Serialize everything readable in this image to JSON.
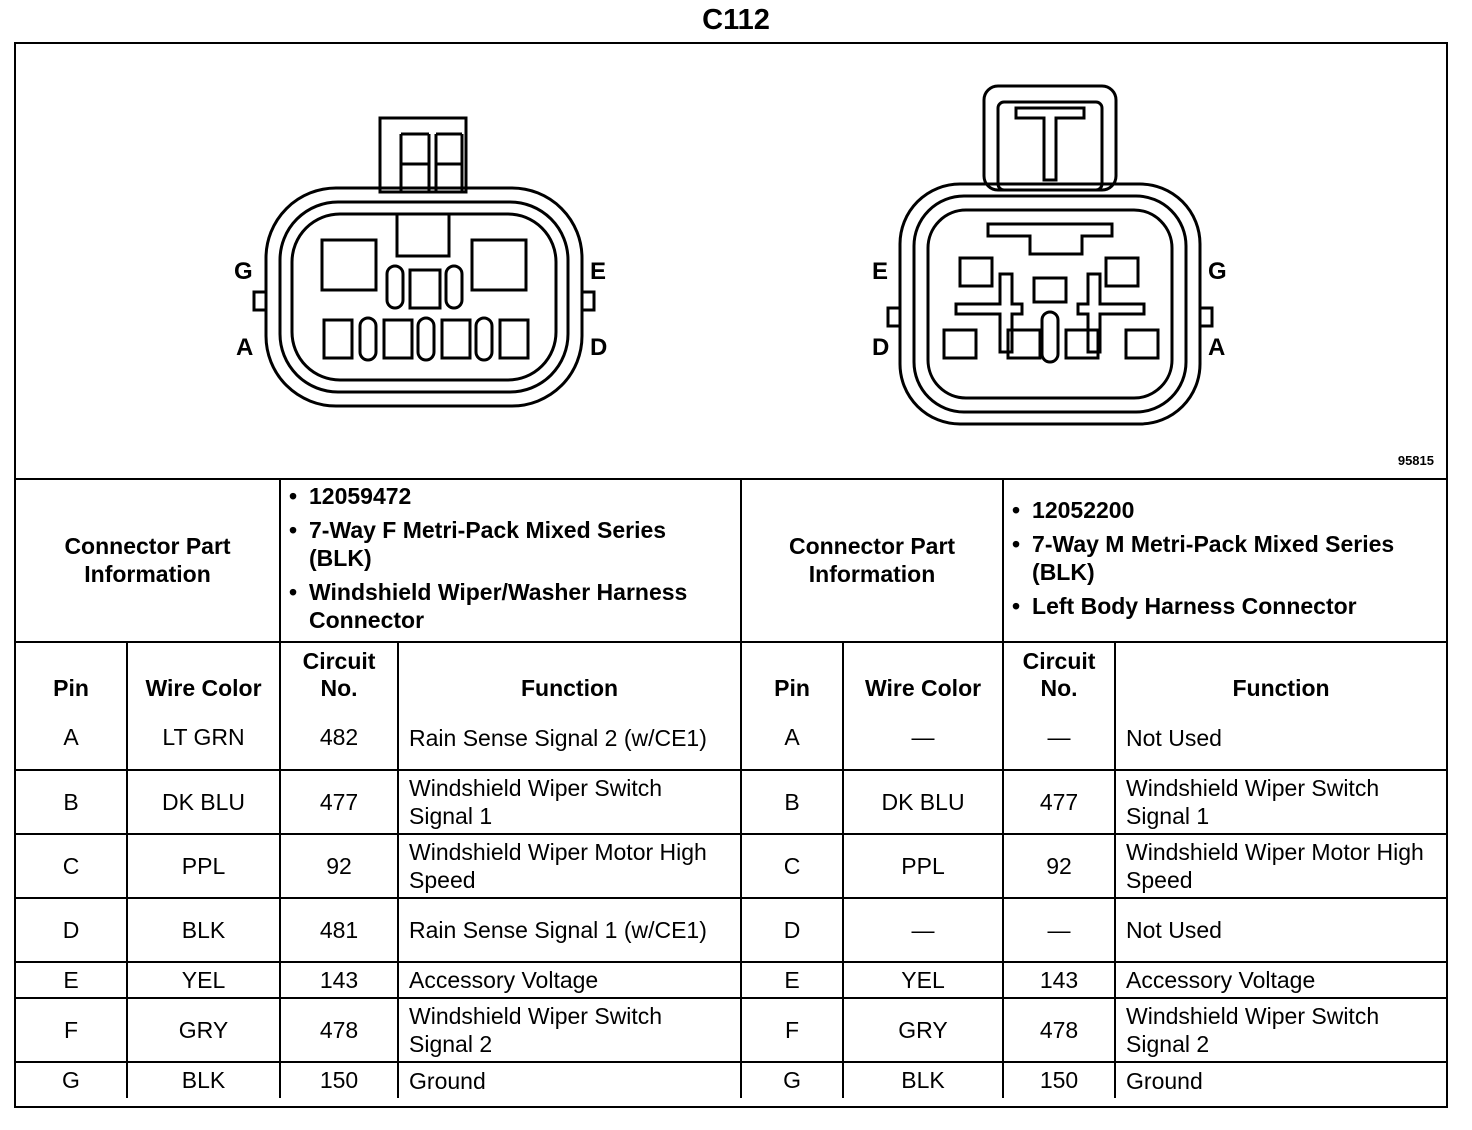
{
  "title": "C112",
  "figure_id": "95815",
  "left_connector": {
    "pin_labels": [
      "G",
      "E",
      "A",
      "D"
    ],
    "info_header": "Connector Part Information",
    "info_lines": [
      "12059472",
      "7-Way F Metri-Pack Mixed Series (BLK)",
      "Windshield Wiper/Washer Harness Connector"
    ]
  },
  "right_connector": {
    "pin_labels": [
      "E",
      "G",
      "D",
      "A"
    ],
    "info_header": "Connector Part Information",
    "info_lines": [
      "12052200",
      "7-Way M Metri-Pack Mixed Series (BLK)",
      "Left Body Harness Connector"
    ]
  },
  "headers_left": {
    "pin": "Pin",
    "wire": "Wire Color",
    "circuit": "Circuit No.",
    "function": "Function"
  },
  "headers_right": {
    "pin": "Pin",
    "wire": "Wire Color",
    "circuit": "Circuit No.",
    "function": "Function"
  },
  "rows_left": [
    {
      "pin": "A",
      "wire": "LT GRN",
      "circuit": "482",
      "function": "Rain Sense Signal 2 (w/CE1)"
    },
    {
      "pin": "B",
      "wire": "DK BLU",
      "circuit": "477",
      "function": "Windshield Wiper Switch Signal 1"
    },
    {
      "pin": "C",
      "wire": "PPL",
      "circuit": "92",
      "function": "Windshield Wiper Motor High Speed"
    },
    {
      "pin": "D",
      "wire": "BLK",
      "circuit": "481",
      "function": "Rain Sense Signal 1 (w/CE1)"
    },
    {
      "pin": "E",
      "wire": "YEL",
      "circuit": "143",
      "function": "Accessory Voltage"
    },
    {
      "pin": "F",
      "wire": "GRY",
      "circuit": "478",
      "function": "Windshield Wiper Switch Signal 2"
    },
    {
      "pin": "G",
      "wire": "BLK",
      "circuit": "150",
      "function": "Ground"
    }
  ],
  "rows_right": [
    {
      "pin": "A",
      "wire": "—",
      "circuit": "—",
      "function": "Not Used"
    },
    {
      "pin": "B",
      "wire": "DK BLU",
      "circuit": "477",
      "function": "Windshield Wiper Switch Signal 1"
    },
    {
      "pin": "C",
      "wire": "PPL",
      "circuit": "92",
      "function": "Windshield Wiper Motor High Speed"
    },
    {
      "pin": "D",
      "wire": "—",
      "circuit": "—",
      "function": "Not Used"
    },
    {
      "pin": "E",
      "wire": "YEL",
      "circuit": "143",
      "function": "Accessory Voltage"
    },
    {
      "pin": "F",
      "wire": "GRY",
      "circuit": "478",
      "function": "Windshield Wiper Switch Signal 2"
    },
    {
      "pin": "G",
      "wire": "BLK",
      "circuit": "150",
      "function": "Ground"
    }
  ]
}
